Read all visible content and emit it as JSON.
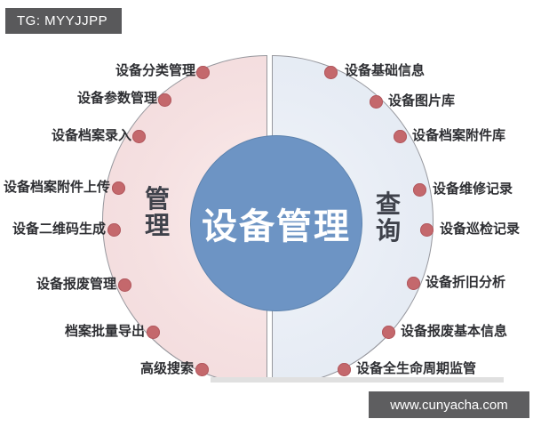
{
  "watermarks": {
    "top_left": "TG: MYYJJPP",
    "bottom_right": "www.cunyacha.com"
  },
  "diagram": {
    "center_title": "设备管理",
    "left_half": {
      "label": "管理",
      "items": [
        "设备分类管理",
        "设备参数管理",
        "设备档案录入",
        "设备档案附件上传",
        "设备二维码生成",
        "设备报废管理",
        "档案批量导出",
        "高级搜索"
      ]
    },
    "right_half": {
      "label": "查询",
      "items": [
        "设备基础信息",
        "设备图片库",
        "设备档案附件库",
        "设备维修记录",
        "设备巡检记录",
        "设备折旧分析",
        "设备报废基本信息",
        "设备全生命周期监管"
      ]
    },
    "colors": {
      "left_half_bg": "#f5e0e1",
      "right_half_bg": "#e8edf5",
      "center_circle": "#6d94c4",
      "dot": "#c4686c",
      "banner_bg": "#59595b"
    }
  }
}
